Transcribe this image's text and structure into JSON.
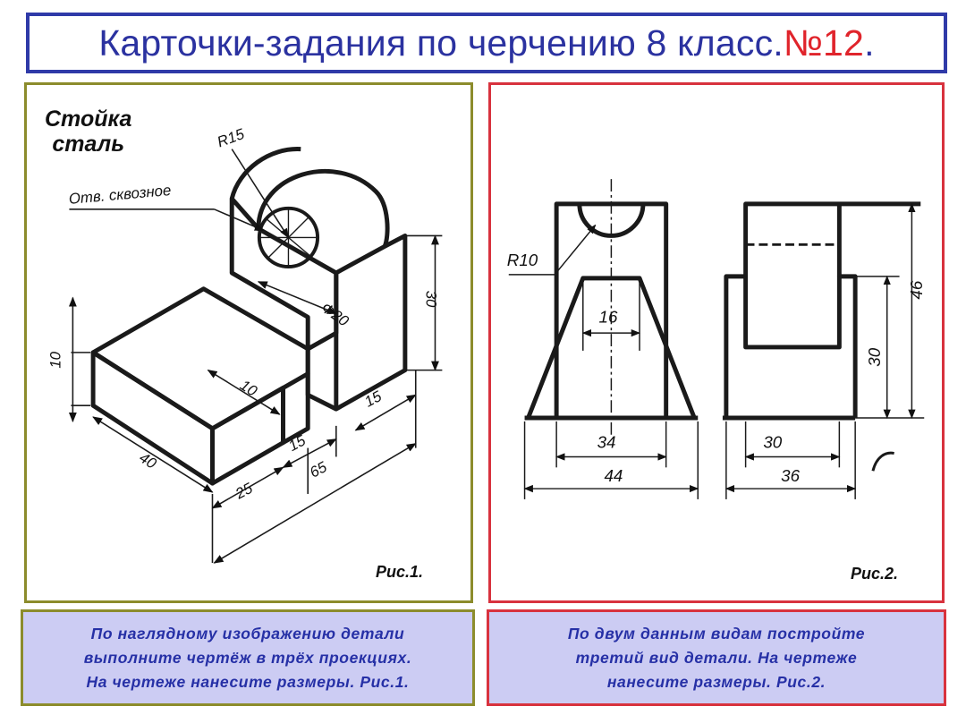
{
  "header": {
    "title": "Карточки-задания по черчению 8 класс.",
    "number": "№12",
    "period": "."
  },
  "left_panel": {
    "part_name_line1": "Стойка",
    "part_name_line2": "сталь",
    "figure_label": "Рис.1.",
    "annotations": {
      "radius": "R15",
      "hole_note": "Отв. сквозное",
      "diameter": "Φ20",
      "height_30": "30",
      "height_10": "10",
      "slot_10": "10",
      "width_15_right": "15",
      "width_15_mid": "15",
      "length_40": "40",
      "length_25": "25",
      "length_65": "65"
    }
  },
  "right_panel": {
    "figure_label": "Рис.2.",
    "annotations": {
      "radius": "R10",
      "dim_16": "16",
      "dim_34": "34",
      "dim_44": "44",
      "dim_30_bottom": "30",
      "dim_36": "36",
      "dim_46": "46",
      "dim_30_vertical": "30"
    }
  },
  "tasks": {
    "left": [
      "По наглядному изображению детали",
      "выполните чертёж в трёх проекциях.",
      "На чертеже нанесите размеры. Рис.1."
    ],
    "right": [
      "По двум данным видам постройте",
      "третий вид детали. На чертеже",
      "нанесите размеры. Рис.2."
    ]
  }
}
